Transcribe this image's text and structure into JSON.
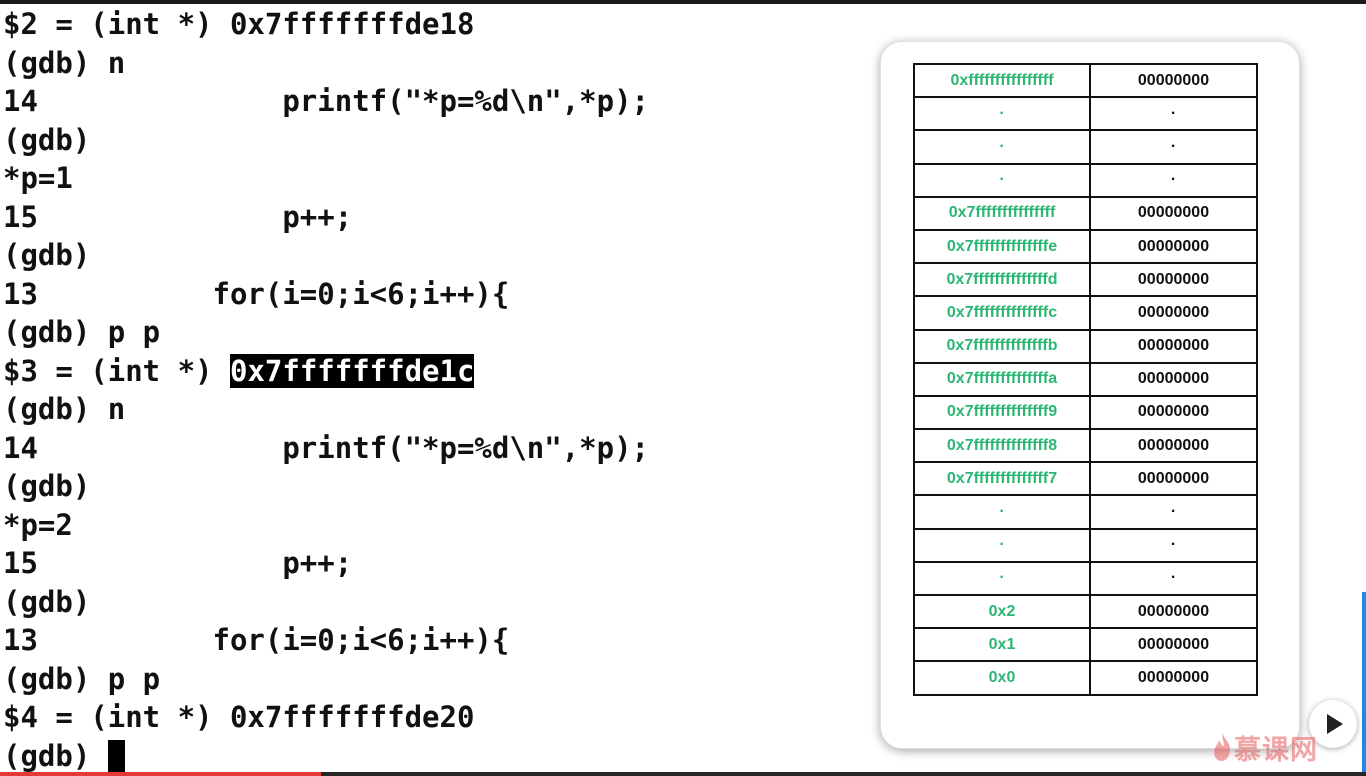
{
  "terminal": {
    "lines": [
      "$2 = (int *) 0x7fffffffde18",
      "(gdb) n",
      "14              printf(\"*p=%d\\n\",*p);",
      "(gdb)",
      "*p=1",
      "15              p++;",
      "(gdb)",
      "13          for(i=0;i<6;i++){",
      "(gdb) p p",
      "(gdb) n",
      "14              printf(\"*p=%d\\n\",*p);",
      "(gdb)",
      "*p=2",
      "15              p++;",
      "(gdb)",
      "13          for(i=0;i<6;i++){",
      "(gdb) p p",
      "$4 = (int *) 0x7fffffffde20"
    ],
    "highlighted_line": {
      "prefix": "$3 = (int *) ",
      "selection": "0x7fffffffde1c"
    },
    "prompt": "(gdb) "
  },
  "memory_table": {
    "rows": [
      {
        "addr": "0xffffffffffffffff",
        "value": "00000000"
      },
      {
        "addr": "·",
        "value": "·"
      },
      {
        "addr": "·",
        "value": "·"
      },
      {
        "addr": "·",
        "value": "·"
      },
      {
        "addr": "0x7fffffffffffffff",
        "value": "00000000"
      },
      {
        "addr": "0x7ffffffffffffffe",
        "value": "00000000"
      },
      {
        "addr": "0x7ffffffffffffffd",
        "value": "00000000"
      },
      {
        "addr": "0x7ffffffffffffffc",
        "value": "00000000"
      },
      {
        "addr": "0x7ffffffffffffffb",
        "value": "00000000"
      },
      {
        "addr": "0x7ffffffffffffffa",
        "value": "00000000"
      },
      {
        "addr": "0x7ffffffffffffff9",
        "value": "00000000"
      },
      {
        "addr": "0x7ffffffffffffff8",
        "value": "00000000"
      },
      {
        "addr": "0x7ffffffffffffff7",
        "value": "00000000"
      },
      {
        "addr": "·",
        "value": "·"
      },
      {
        "addr": "·",
        "value": "·"
      },
      {
        "addr": "·",
        "value": "·"
      },
      {
        "addr": "0x2",
        "value": "00000000"
      },
      {
        "addr": "0x1",
        "value": "00000000"
      },
      {
        "addr": "0x0",
        "value": "00000000"
      }
    ]
  },
  "watermark": {
    "text": "慕课网",
    "icon": "flame-icon"
  },
  "player": {
    "play_icon": "play-icon",
    "progress_fraction": 0.235
  },
  "colors": {
    "address_text": "#2bb673",
    "selection_bg": "#000000",
    "progress": "#e53935",
    "scroll_accent": "#1e88e5",
    "watermark": "#e85c5c"
  }
}
